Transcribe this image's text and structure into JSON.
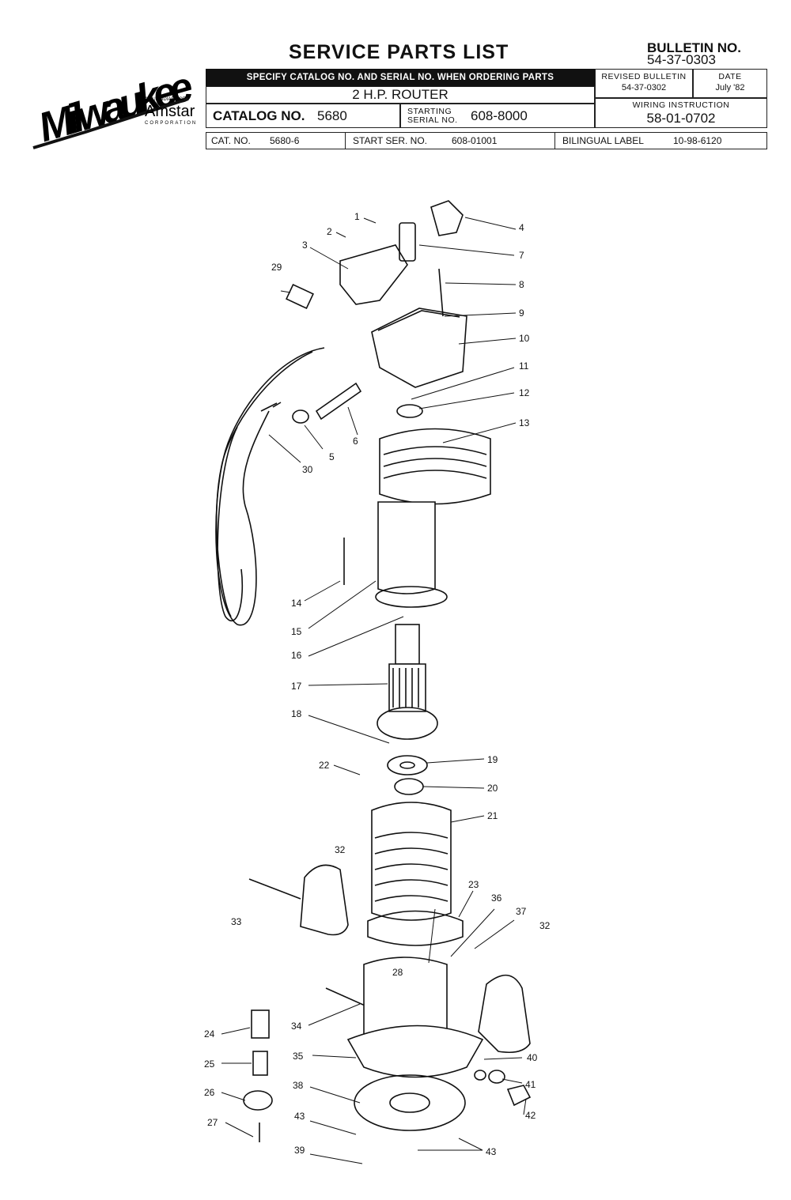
{
  "header": {
    "brand": "Milwaukee",
    "subsidiary_line": "A SUBSIDIARY OF",
    "parent": "Amstar",
    "parent_sub": "CORPORATION",
    "title": "SERVICE PARTS LIST",
    "bulletin_label": "BULLETIN NO.",
    "bulletin_no": "54-37-0303",
    "specify_note": "SPECIFY CATALOG NO. AND SERIAL NO. WHEN ORDERING PARTS",
    "product": "2 H.P. ROUTER",
    "catalog_label": "CATALOG NO.",
    "catalog_no": "5680",
    "starting_label_1": "STARTING",
    "starting_label_2": "SERIAL NO.",
    "starting_serial": "608-8000",
    "revised_label": "REVISED BULLETIN",
    "revised_no": "54-37-0302",
    "date_label": "DATE",
    "date": "July '82",
    "wiring_label": "WIRING INSTRUCTION",
    "wiring_no": "58-01-0702",
    "cat_no_label": "CAT. NO.",
    "cat_no": "5680-6",
    "start_ser_label": "START SER. NO.",
    "start_ser": "608-01001",
    "bilingual_label": "BILINGUAL LABEL",
    "bilingual_no": "10-98-6120"
  },
  "callouts": [
    "1",
    "2",
    "3",
    "4",
    "5",
    "6",
    "7",
    "8",
    "9",
    "10",
    "11",
    "12",
    "13",
    "14",
    "15",
    "16",
    "17",
    "18",
    "19",
    "20",
    "21",
    "22",
    "23",
    "24",
    "25",
    "26",
    "27",
    "28",
    "29",
    "30",
    "32",
    "32",
    "33",
    "34",
    "35",
    "36",
    "37",
    "38",
    "39",
    "40",
    "41",
    "42",
    "43",
    "43"
  ]
}
